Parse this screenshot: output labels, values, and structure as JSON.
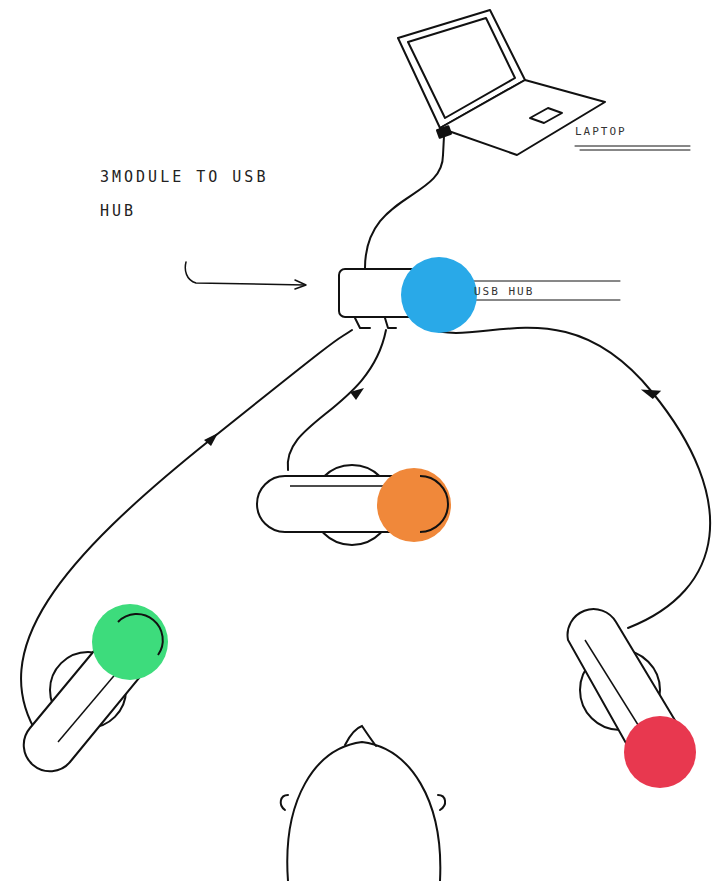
{
  "diagram": {
    "nodes": [
      {
        "text": [
          "LAPTOP"
        ]
      },
      {
        "text": [
          "USB HUB"
        ]
      }
    ],
    "edges": [
      {
        "from": 0,
        "to": 1,
        "arrow": "none"
      }
    ],
    "labels": [
      "3MODULE TO USB HUB"
    ]
  }
}
